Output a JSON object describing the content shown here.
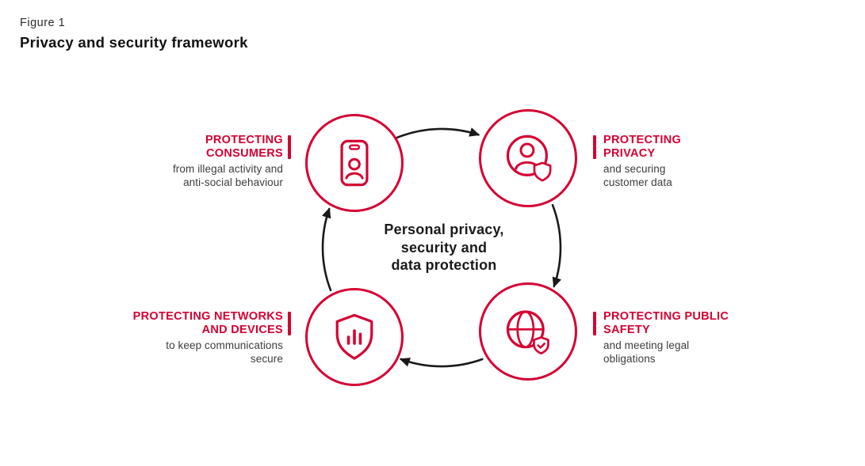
{
  "figure": {
    "label": "Figure 1",
    "title": "Privacy and security framework"
  },
  "center_lines": [
    "Personal privacy,",
    "security and",
    "data protection"
  ],
  "nodes": [
    {
      "id": "protecting-consumers",
      "heading_lines": [
        "PROTECTING",
        "CONSUMERS"
      ],
      "body_lines": [
        "from illegal activity and",
        "anti-social behaviour"
      ],
      "icon": "phone-user-icon",
      "position": "top-left"
    },
    {
      "id": "protecting-privacy",
      "heading_lines": [
        "PROTECTING",
        "PRIVACY"
      ],
      "body_lines": [
        "and securing",
        "customer data"
      ],
      "icon": "user-shield-icon",
      "position": "top-right"
    },
    {
      "id": "protecting-networks-and-devices",
      "heading_lines": [
        "PROTECTING NETWORKS",
        "AND DEVICES"
      ],
      "body_lines": [
        "to keep communications",
        "secure"
      ],
      "icon": "shield-signal-icon",
      "position": "bottom-left"
    },
    {
      "id": "protecting-public-safety",
      "heading_lines": [
        "PROTECTING PUBLIC",
        "SAFETY"
      ],
      "body_lines": [
        "and meeting legal",
        "obligations"
      ],
      "icon": "globe-shield-icon",
      "position": "bottom-right"
    }
  ],
  "cycle": {
    "direction": "clockwise",
    "arrow_count": 4
  },
  "colors": {
    "accent": "#d50032",
    "arrow": "#1a1a1a",
    "ink": "#111111",
    "muted": "#3c3c3c"
  }
}
